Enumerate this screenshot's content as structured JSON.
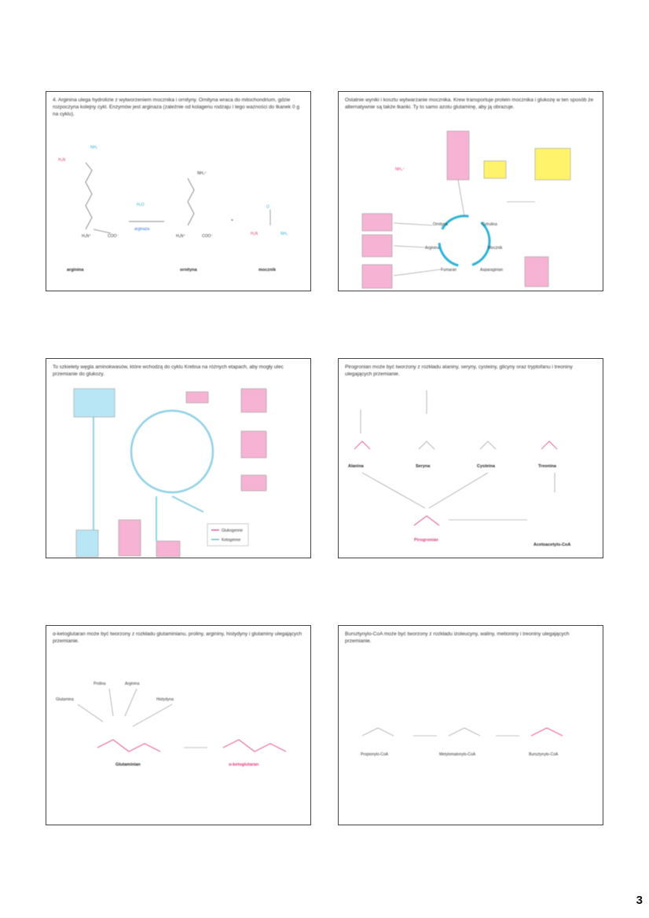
{
  "page_number": "3",
  "colors": {
    "pink": "#e0357f",
    "cyan": "#2bb3d6",
    "yellow": "#fff36b",
    "pinkbox": "#f6b3d3",
    "bluebox": "#b8e6f5"
  },
  "slides": [
    {
      "caption": "4. Arginina ulega hydrolizie z wytworzeniem mocznika i ornityny. Ornityna wraca do mitochondrium, gdzie rozpoczyna kolejny cykl. Enzymów jest arginaza (zależnie od kolagenu rodzaju i tego wazności do tkanek 0 g na cyklu).",
      "labels": [
        "arginina",
        "ornityna",
        "mocznik"
      ],
      "enzyme": "arginaza"
    },
    {
      "caption": "Ostatnie wyniki i kosztu wytwarzanie mocznika. Krew transportuje protein mocznika i glukozę w ten sposób że alternatywnie są także tkanki. Ty to samo azotu glutaminę, aby ją obrazuje.",
      "nodes": [
        "Ornityna",
        "Cytrulina",
        "Arginina",
        "Mocznik",
        "Fumaran",
        "Asparaginian"
      ]
    },
    {
      "caption": "To szkielety węgla aminokwasów, które wchodzą do cyklu Krebsa na różnych etapach, aby mogły ulec przemianie do glukozy.",
      "legend": [
        "Glukogenne",
        "Ketogenne"
      ]
    },
    {
      "caption": "Pirogronian może być tworzony z rozkładu alaniny, seryny, cysteiny, glicyny oraz tryptofanu i treoniny ulegających przemianie.",
      "labels": [
        "Alanina",
        "Seryna",
        "Cysteina",
        "Treonina",
        "Pirogronian",
        "Acetoacetylo-CoA"
      ]
    },
    {
      "caption": "α-ketoglutaran może być tworzony z rozkładu glutaminianu, proliny, argininy, histydyny i glutaminy ulegających przemianie.",
      "labels": [
        "Glutamina",
        "Prolina",
        "Arginina",
        "Histydyna",
        "Glutaminian",
        "α-ketoglutaran"
      ]
    },
    {
      "caption": "Bursztynylo-CoA może być tworzony z rozkładu izoleucyny, waliny, metioniny i treoniny ulegających przemianie.",
      "labels": [
        "Propionylo-CoA",
        "Metylomalonylo-CoA",
        "Bursztynylo-CoA"
      ]
    }
  ]
}
